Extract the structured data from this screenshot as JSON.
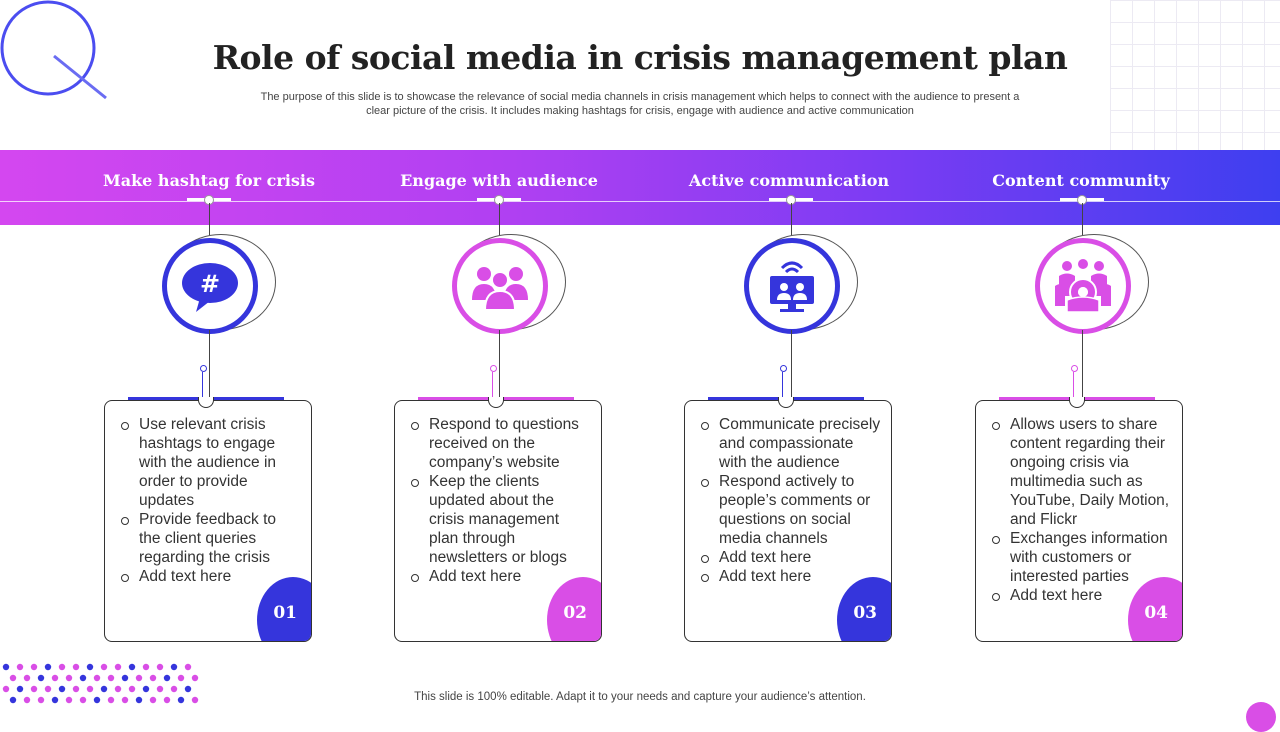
{
  "slide": {
    "title": "Role of social media in crisis management plan",
    "subtitle_line1": "The purpose of this slide is to showcase the relevance of social media channels in crisis management which helps to connect with the audience to present a",
    "subtitle_line2": "clear picture of the crisis. It includes making hashtags for crisis, engage with audience and active communication",
    "footer": "This slide is 100% editable. Adapt it to your needs and capture your audience’s attention."
  },
  "colors": {
    "blue": "#3535dc",
    "magenta": "#d94ee6"
  },
  "columns": [
    {
      "title": "Make hashtag for crisis",
      "icon": "hashtag-chat-icon",
      "number": "01",
      "bullets": [
        "Use relevant crisis hashtags to engage with the audience in order to provide updates",
        "Provide feedback to the client queries regarding the crisis",
        "Add text here"
      ]
    },
    {
      "title": "Engage with audience",
      "icon": "audience-group-icon",
      "number": "02",
      "bullets": [
        "Respond to questions received on the company’s website",
        "Keep the clients updated about the crisis management plan through newsletters or blogs",
        "Add text here"
      ]
    },
    {
      "title": "Active communication",
      "icon": "video-conference-icon",
      "number": "03",
      "bullets": [
        "Communicate precisely and compassionate with the audience",
        "Respond actively to people’s comments or questions on social media channels",
        "Add text here",
        "Add text here"
      ]
    },
    {
      "title": "Content community",
      "icon": "community-gear-icon",
      "number": "04",
      "bullets": [
        "Allows users to share content regarding their ongoing crisis via multimedia such as YouTube,  Daily Motion, and Flickr",
        "Exchanges information with customers or interested parties",
        "Add text here"
      ]
    }
  ]
}
